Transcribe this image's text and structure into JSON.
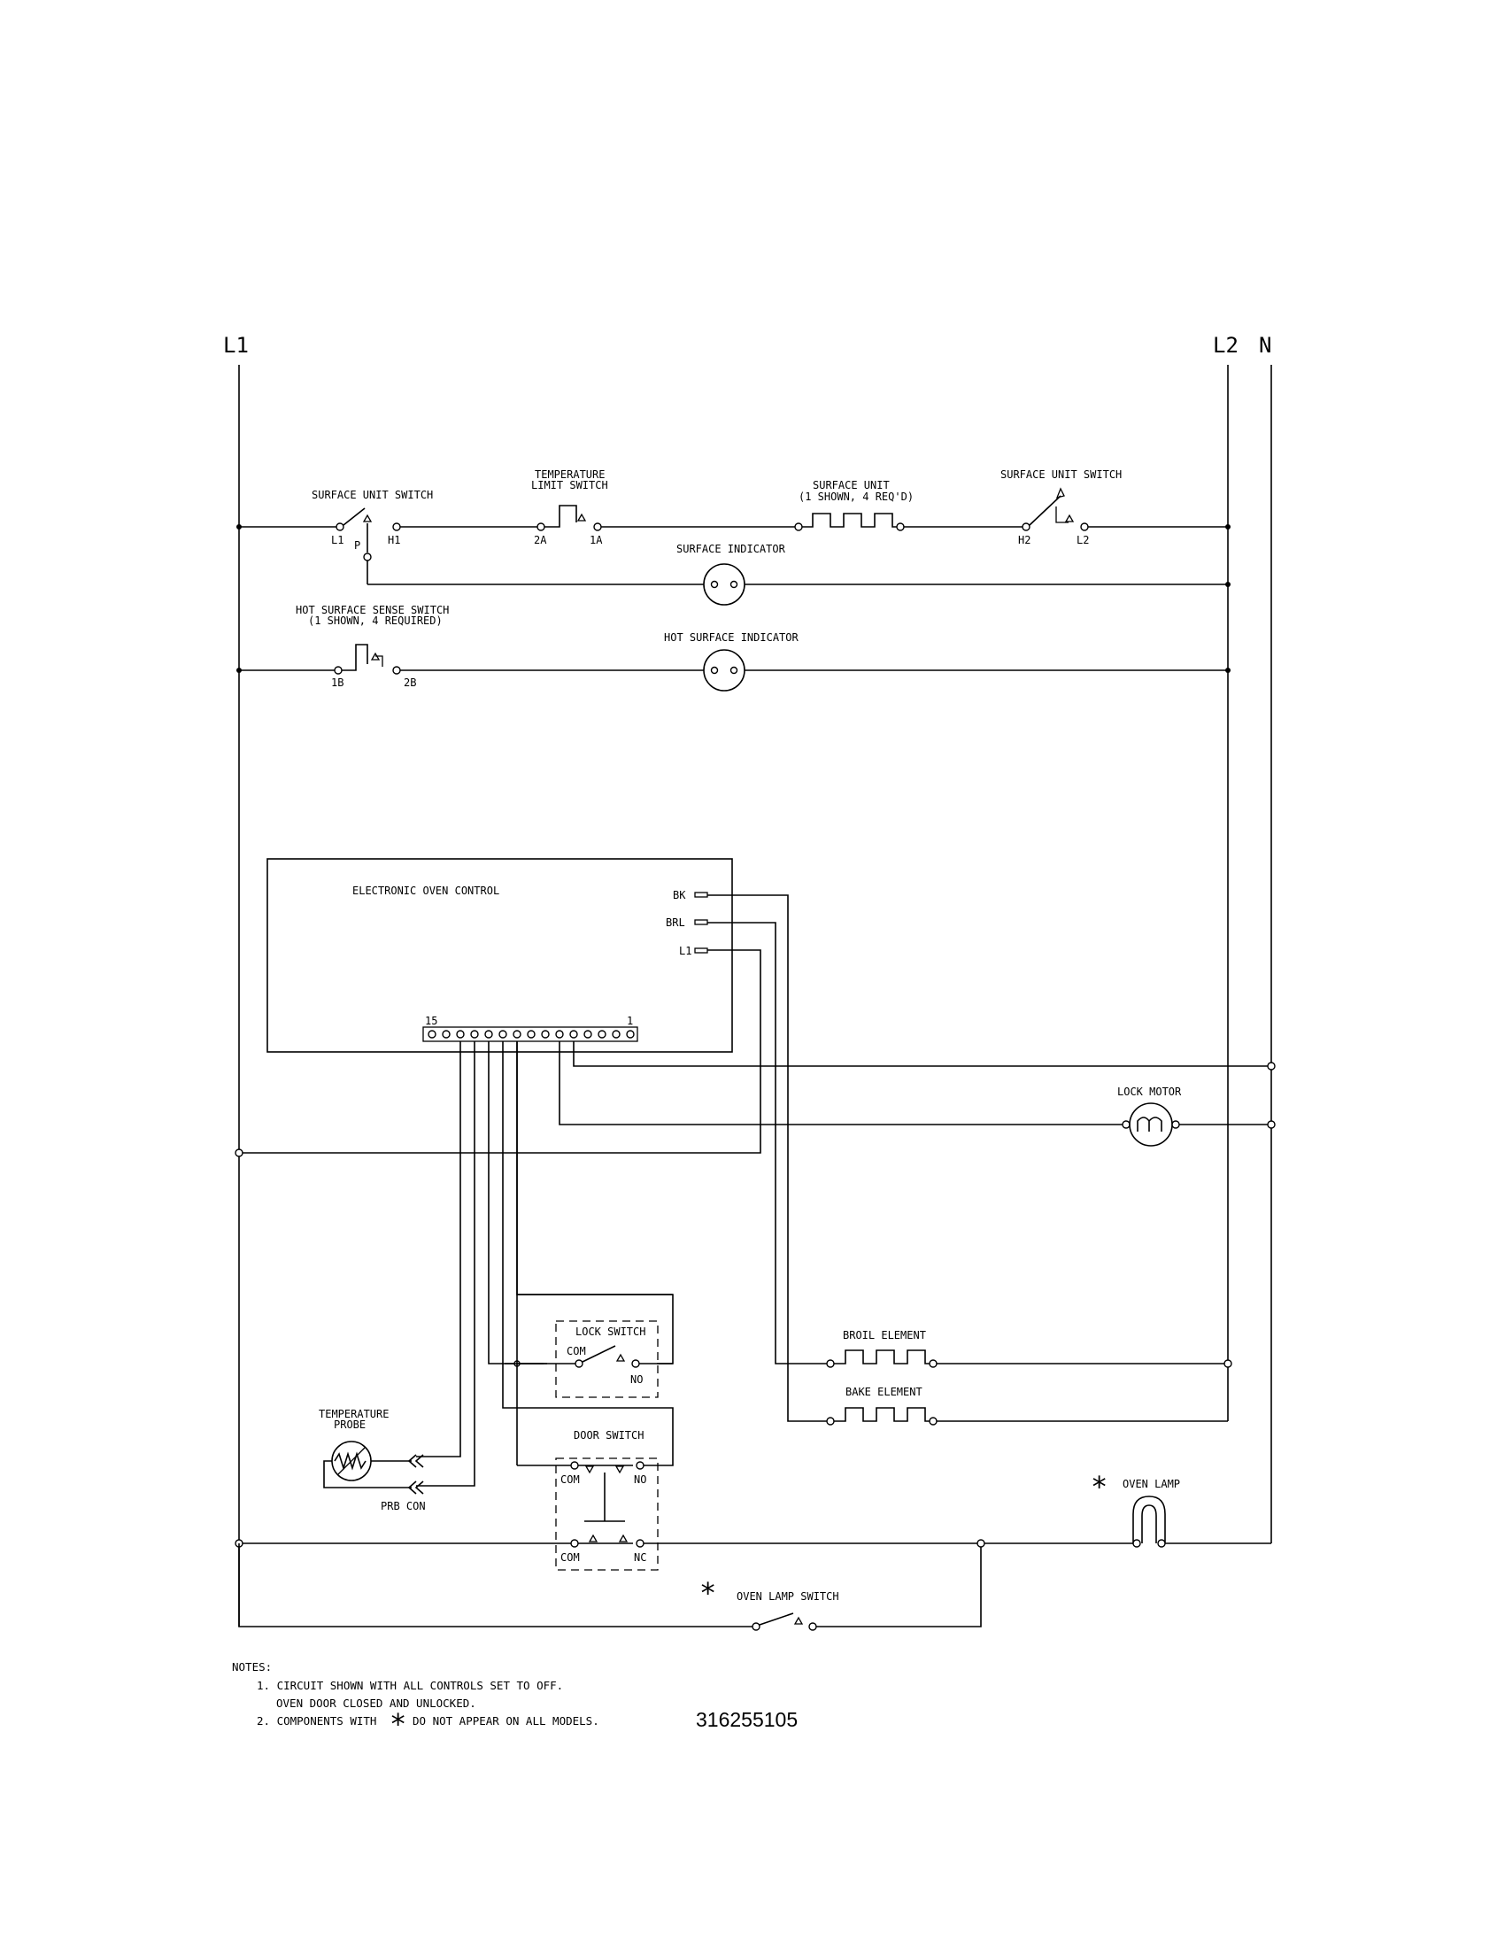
{
  "rails": {
    "l1": "L1",
    "l2": "L2",
    "n": "N"
  },
  "surface_circuit": {
    "switch_left_label": "SURFACE UNIT SWITCH",
    "switch_left_terminals": [
      "L1",
      "P",
      "H1"
    ],
    "temp_limit_label_1": "TEMPERATURE",
    "temp_limit_label_2": "LIMIT SWITCH",
    "temp_limit_terminals": [
      "2A",
      "1A"
    ],
    "surface_unit_label_1": "SURFACE UNIT",
    "surface_unit_label_2": "(1 SHOWN, 4 REQ'D)",
    "switch_right_label": "SURFACE UNIT SWITCH",
    "switch_right_terminals": [
      "H2",
      "L2"
    ],
    "indicator_label": "SURFACE INDICATOR"
  },
  "hot_surface": {
    "sense_label_1": "HOT SURFACE SENSE SWITCH",
    "sense_label_2": "(1 SHOWN, 4 REQUIRED)",
    "terminals": [
      "1B",
      "2B"
    ],
    "indicator_label": "HOT SURFACE INDICATOR"
  },
  "oven_control": {
    "label": "ELECTRONIC OVEN CONTROL",
    "outputs": [
      "BK",
      "BRL",
      "L1"
    ],
    "pin_first": "15",
    "pin_last": "1"
  },
  "components": {
    "lock_motor": "LOCK MOTOR",
    "lock_switch": "LOCK SWITCH",
    "lock_switch_terminals": [
      "COM",
      "NO"
    ],
    "broil_element": "BROIL ELEMENT",
    "bake_element": "BAKE ELEMENT",
    "temp_probe_1": "TEMPERATURE",
    "temp_probe_2": "PROBE",
    "prb_con": "PRB CON",
    "door_switch": "DOOR SWITCH",
    "door_switch_terminals": [
      "COM",
      "NO",
      "COM",
      "NC"
    ],
    "oven_lamp": "OVEN LAMP",
    "oven_lamp_switch": "OVEN LAMP SWITCH",
    "asterisk": "*"
  },
  "notes": {
    "heading": "NOTES:",
    "n1_line1": "1.  CIRCUIT SHOWN WITH ALL CONTROLS SET TO OFF.",
    "n1_line2": "OVEN DOOR CLOSED AND UNLOCKED.",
    "n2_prefix": "2.  COMPONENTS WITH",
    "n2_star": "*",
    "n2_suffix": "DO NOT APPEAR ON ALL MODELS."
  },
  "document_number": "316255105"
}
